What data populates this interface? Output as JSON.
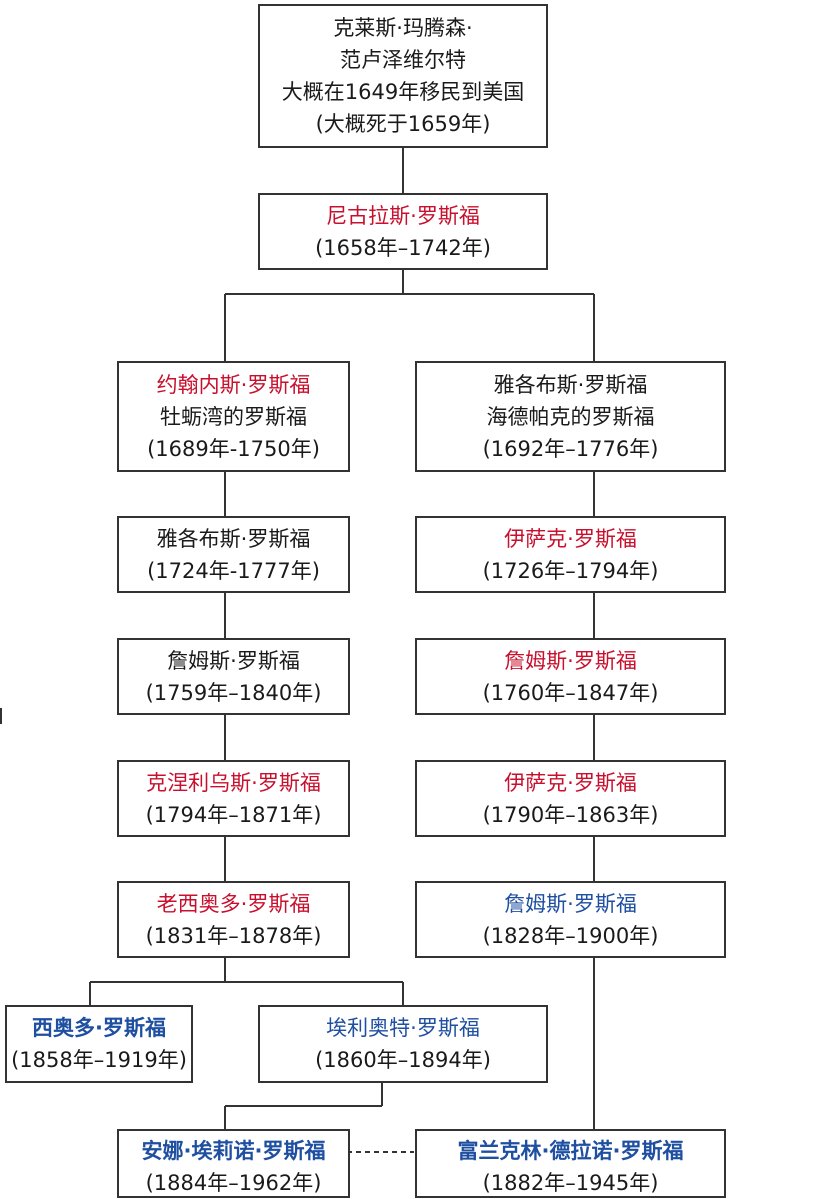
{
  "colors": {
    "line": "#333333",
    "red_name": "#c8102e",
    "blue_name": "#1f4fa0",
    "black_name": "#1a1a1a"
  },
  "nodes": {
    "claes": {
      "line1": "克莱斯·玛腾森·",
      "line2": "范卢泽维尔特",
      "line3": "大概在1649年移民到美国",
      "line4": "(大概死于1659年)"
    },
    "nicholas": {
      "name": "尼古拉斯·罗斯福",
      "dates": "(1658年–1742年)"
    },
    "johannes": {
      "name": "约翰内斯·罗斯福",
      "branch": "牡蛎湾的罗斯福",
      "dates": "(1689年-1750年)"
    },
    "jacobus_1": {
      "name": "雅各布斯·罗斯福",
      "branch": "海德帕克的罗斯福",
      "dates": "(1692年–1776年)"
    },
    "jacobus_2": {
      "name": "雅各布斯·罗斯福",
      "dates": "(1724年-1777年)"
    },
    "isaac_1": {
      "name": "伊萨克·罗斯福",
      "dates": "(1726年–1794年)"
    },
    "james_1": {
      "name": "詹姆斯·罗斯福",
      "dates": "(1759年–1840年)"
    },
    "james_2": {
      "name": "詹姆斯·罗斯福",
      "dates": "(1760年–1847年)"
    },
    "cornelius": {
      "name": "克涅利乌斯·罗斯福",
      "dates": "(1794年–1871年)"
    },
    "isaac_2": {
      "name": "伊萨克·罗斯福",
      "dates": "(1790年–1863年)"
    },
    "theodore_sr": {
      "name": "老西奥多·罗斯福",
      "dates": "(1831年–1878年)"
    },
    "james_3": {
      "name": "詹姆斯·罗斯福",
      "dates": "(1828年–1900年)"
    },
    "theodore": {
      "name": "西奥多·罗斯福",
      "dates": "(1858年–1919年)"
    },
    "elliott": {
      "name": "埃利奥特·罗斯福",
      "dates": "(1860年–1894年)"
    },
    "anna_eleanor": {
      "name": "安娜·埃莉诺·罗斯福",
      "dates": "(1884年–1962年)"
    },
    "franklin": {
      "name": "富兰克林·德拉诺·罗斯福",
      "dates": "(1882年–1945年)"
    }
  }
}
